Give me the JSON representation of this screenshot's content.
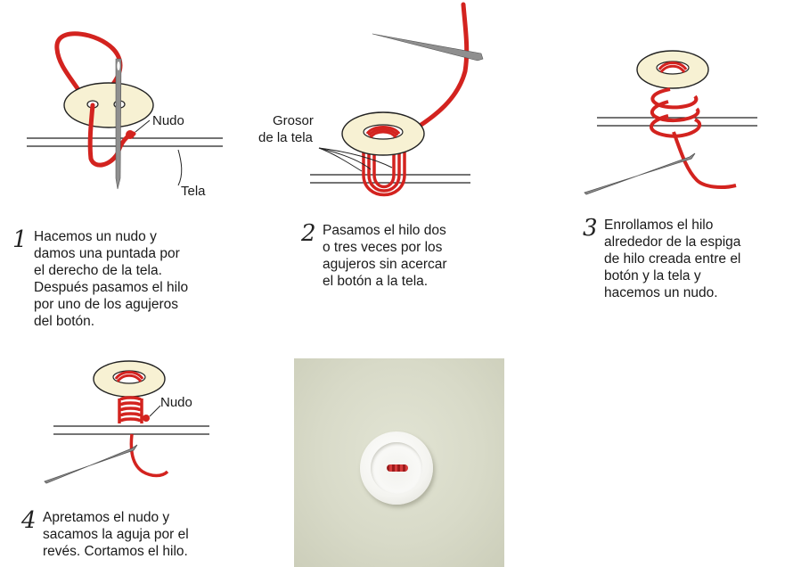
{
  "colors": {
    "thread": "#d3231f",
    "thread_dark": "#9d1514",
    "button_fill": "#f7f1d3",
    "needle": "#8f8f8f",
    "photo_fabric": "#d8dac8"
  },
  "labels": {
    "nudo_1": "Nudo",
    "tela": "Tela",
    "grosor": "Grosor",
    "de_la_tela": "de la tela",
    "nudo_4": "Nudo"
  },
  "steps": [
    {
      "number": "1",
      "lines": [
        "Hacemos un nudo y",
        "damos una puntada por",
        "el derecho de la tela.",
        "Después pasamos el hilo",
        "por uno de los agujeros",
        "del botón."
      ]
    },
    {
      "number": "2",
      "lines": [
        "Pasamos el hilo dos",
        "o tres veces por los",
        "agujeros sin acercar",
        "el botón a la tela."
      ]
    },
    {
      "number": "3",
      "lines": [
        "Enrollamos el hilo",
        "alrededor de la espiga",
        "de hilo creada entre el",
        "botón y la tela y",
        "hacemos un nudo."
      ]
    },
    {
      "number": "4",
      "lines": [
        "Apretamos el nudo y",
        "sacamos la aguja por el",
        "revés. Cortamos el hilo."
      ]
    }
  ]
}
